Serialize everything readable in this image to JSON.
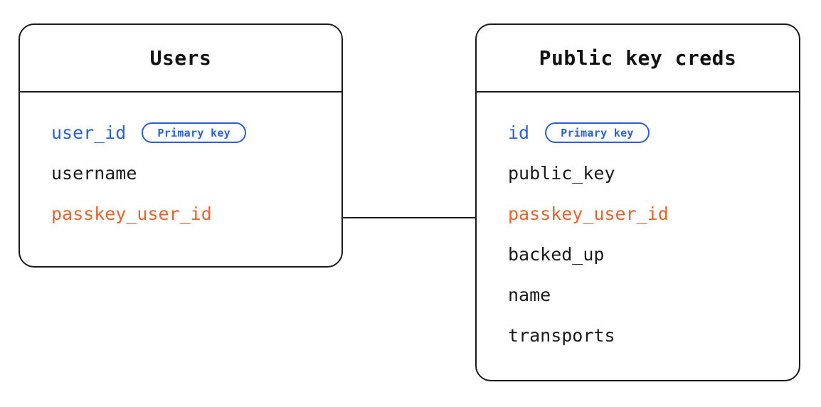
{
  "diagram": {
    "type": "entity-relationship-diagram",
    "background_color": "#ffffff",
    "colors": {
      "border": "#1a1a1a",
      "text": "#1a1a1a",
      "primary_key": "#2b5fd9",
      "foreign_key": "#e8622a",
      "badge_border": "#2b5fd9",
      "connector": "#1a1a1a"
    },
    "entities": [
      {
        "id": "users",
        "title": "Users",
        "fields": [
          {
            "name": "user_id",
            "role": "primary_key",
            "badge": "Primary key"
          },
          {
            "name": "username",
            "role": "plain",
            "badge": null
          },
          {
            "name": "passkey_user_id",
            "role": "foreign_key",
            "badge": null
          }
        ]
      },
      {
        "id": "public_key_creds",
        "title": "Public key creds",
        "fields": [
          {
            "name": "id",
            "role": "primary_key",
            "badge": "Primary key"
          },
          {
            "name": "public_key",
            "role": "plain",
            "badge": null
          },
          {
            "name": "passkey_user_id",
            "role": "foreign_key",
            "badge": null
          },
          {
            "name": "backed_up",
            "role": "plain",
            "badge": null
          },
          {
            "name": "name",
            "role": "plain",
            "badge": null
          },
          {
            "name": "transports",
            "role": "plain",
            "badge": null
          }
        ]
      }
    ],
    "relationships": [
      {
        "id": "users-to-public-key-creds",
        "from_entity": "users",
        "from_field": "passkey_user_id",
        "to_entity": "public_key_creds",
        "to_field": "passkey_user_id",
        "style": "solid-line"
      }
    ]
  }
}
